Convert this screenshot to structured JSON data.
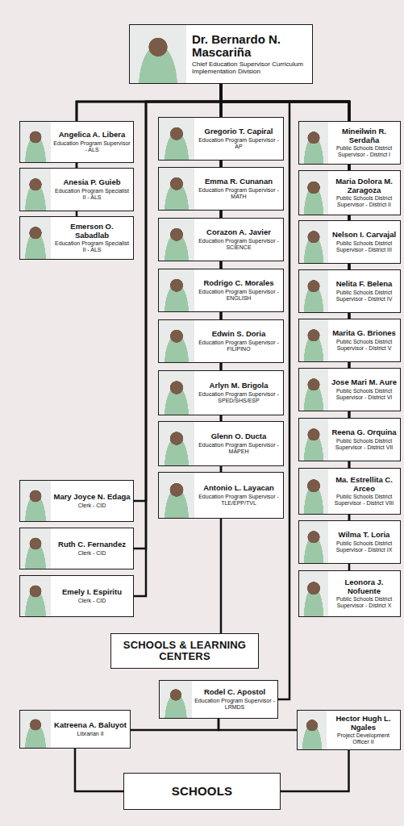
{
  "diagram": {
    "nodes": [
      {
        "text": [
          "Dr. Bernardo N. Mascariña",
          "Chief Education Supervisor Curriculum Implementation Division"
        ]
      },
      {
        "text": [
          "Angelica A. Libera",
          "Education Program Supervisor - ALS"
        ]
      },
      {
        "text": [
          "Anesia P. Guieb",
          "Education Program Specialist II - ALS"
        ]
      },
      {
        "text": [
          "Emerson O. Sabadlab",
          "Education Program Specialist II - ALS"
        ]
      },
      {
        "text": [
          "Gregorio T. Capiral",
          "Education Program Supervisor - AP"
        ]
      },
      {
        "text": [
          "Emma R. Cunanan",
          "Education Program Supervisor - MATH"
        ]
      },
      {
        "text": [
          "Corazon A. Javier",
          "Education Program Supervisor - SCIENCE"
        ]
      },
      {
        "text": [
          "Rodrigo C. Morales",
          "Education Program Supervisor - ENGLISH"
        ]
      },
      {
        "text": [
          "Edwin S. Doria",
          "Education Program Supervisor - FILIPINO"
        ]
      },
      {
        "text": [
          "Arlyn M. Brigola",
          "Education Program Supervisor - SPED/SHS/ESP"
        ]
      },
      {
        "text": [
          "Glenn O. Ducta",
          "Education Program Supervisor - MAPEH"
        ]
      },
      {
        "text": [
          "Antonio L. Layacan",
          "Education Program Supervisor - TLE/EPP/TVL"
        ]
      },
      {
        "text": [
          "Mineilwin R. Serdaña",
          "Public Schools District Supervisor - District I"
        ]
      },
      {
        "text": [
          "Maria Dolora M. Zaragoza",
          "Public Schools District Supervisor - District II"
        ]
      },
      {
        "text": [
          "Nelson I. Carvajal",
          "Public Schools District Supervisor - District III"
        ]
      },
      {
        "text": [
          "Nelita F. Belena",
          "Public Schools District Supervisor - District IV"
        ]
      },
      {
        "text": [
          "Marita G. Briones",
          "Public Schools District Supervisor - District V"
        ]
      },
      {
        "text": [
          "Jose Mari M. Aure",
          "Public Schools District Supervisor - District VI"
        ]
      },
      {
        "text": [
          "Reena G. Orquina",
          "Public Schools District Supervisor - District VII"
        ]
      },
      {
        "text": [
          "Ma. Estrellita C. Arceo",
          "Public Schools District Supervisor - District VIII"
        ]
      },
      {
        "text": [
          "Wilma T. Loria",
          "Public Schools District Supervisor - District IX"
        ]
      },
      {
        "text": [
          "Leonora J. Nofuente",
          "Public Schools District Supervisor - District X"
        ]
      },
      {
        "text": [
          "Mary Joyce N. Edaga",
          "Clerk - CID"
        ]
      },
      {
        "text": [
          "Ruth C. Fernandez",
          "Clerk - CID"
        ]
      },
      {
        "text": [
          "Emely I. Espiritu",
          "Clerk - CID"
        ]
      },
      {
        "text": [
          "SCHOOLS & LEARNING CENTERS"
        ]
      },
      {
        "text": [
          "Rodel C. Apostol",
          "Education Program Supervisor - LRMDS"
        ]
      },
      {
        "text": [
          "Katreena A. Baluyot",
          "Librarian II"
        ]
      },
      {
        "text": [
          "Hector Hugh L. Ngales",
          "Project Development Officer II"
        ]
      },
      {
        "text": [
          "SCHOOLS"
        ]
      }
    ],
    "edges": [
      {
        "from": 0,
        "to": 1,
        "arrow": "none"
      },
      {
        "from": 0,
        "to": 2,
        "arrow": "none"
      },
      {
        "from": 0,
        "to": 3,
        "arrow": "none"
      },
      {
        "from": 0,
        "to": 4,
        "arrow": "none"
      },
      {
        "from": 0,
        "to": 5,
        "arrow": "none"
      },
      {
        "from": 0,
        "to": 6,
        "arrow": "none"
      },
      {
        "from": 0,
        "to": 7,
        "arrow": "none"
      },
      {
        "from": 0,
        "to": 8,
        "arrow": "none"
      },
      {
        "from": 0,
        "to": 9,
        "arrow": "none"
      },
      {
        "from": 0,
        "to": 10,
        "arrow": "none"
      },
      {
        "from": 0,
        "to": 11,
        "arrow": "none"
      },
      {
        "from": 0,
        "to": 12,
        "arrow": "none"
      },
      {
        "from": 0,
        "to": 13,
        "arrow": "none"
      },
      {
        "from": 0,
        "to": 14,
        "arrow": "none"
      },
      {
        "from": 0,
        "to": 15,
        "arrow": "none"
      },
      {
        "from": 0,
        "to": 16,
        "arrow": "none"
      },
      {
        "from": 0,
        "to": 17,
        "arrow": "none"
      },
      {
        "from": 0,
        "to": 18,
        "arrow": "none"
      },
      {
        "from": 0,
        "to": 19,
        "arrow": "none"
      },
      {
        "from": 0,
        "to": 20,
        "arrow": "none"
      },
      {
        "from": 0,
        "to": 21,
        "arrow": "none"
      },
      {
        "from": 0,
        "to": 22,
        "arrow": "none"
      },
      {
        "from": 0,
        "to": 23,
        "arrow": "none"
      },
      {
        "from": 0,
        "to": 24,
        "arrow": "none"
      },
      {
        "from": 0,
        "to": 25,
        "arrow": "none"
      },
      {
        "from": 0,
        "to": 26,
        "arrow": "none"
      },
      {
        "from": 26,
        "to": 27,
        "arrow": "none"
      },
      {
        "from": 26,
        "to": 28,
        "arrow": "none"
      },
      {
        "from": 27,
        "to": 29,
        "arrow": "none"
      },
      {
        "from": 28,
        "to": 29,
        "arrow": "none"
      }
    ]
  }
}
